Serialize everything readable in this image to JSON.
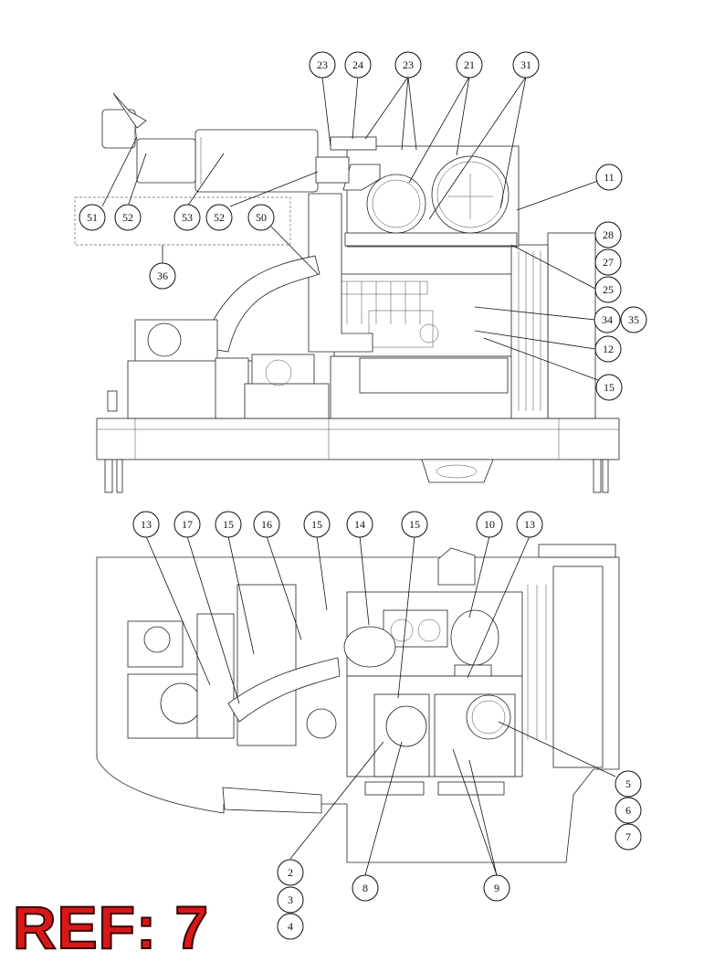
{
  "reference": {
    "label": "REF: 7",
    "color": "#d81818"
  },
  "callouts": {
    "top_view": [
      "23",
      "24",
      "23",
      "21",
      "31",
      "11",
      "51",
      "52",
      "53",
      "52",
      "50",
      "36",
      "28",
      "27",
      "25",
      "34",
      "35",
      "12",
      "15"
    ],
    "bottom_view": [
      "13",
      "17",
      "15",
      "16",
      "15",
      "14",
      "15",
      "10",
      "13",
      "5",
      "6",
      "7",
      "2",
      "3",
      "4",
      "8",
      "9"
    ]
  }
}
